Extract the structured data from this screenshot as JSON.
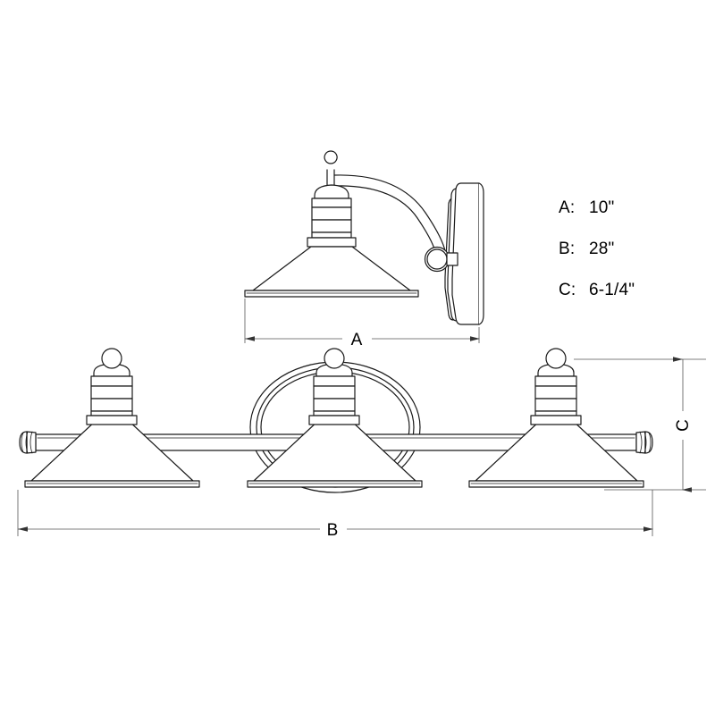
{
  "drawing": {
    "title": "Wall Sconce Dimensional Drawing",
    "line_color": "#1a1a1a",
    "fill_color": "#ffffff",
    "dimension_color": "#555555",
    "views": {
      "side": {
        "name": "single-lamp-side-view",
        "parts": [
          "ball-finial",
          "socket-housing",
          "cone-shade",
          "curved-arm",
          "wall-backplate",
          "arm-ring-joint"
        ]
      },
      "front": {
        "name": "three-light-front-view",
        "lights": 3,
        "parts": [
          "crossbar",
          "ribbed-end-cap-left",
          "ribbed-end-cap-right",
          "oval-backplate",
          "ball-finial",
          "socket-housing",
          "cone-shade"
        ]
      }
    },
    "dimension_labels": {
      "a": "A",
      "b": "B",
      "c": "C"
    }
  },
  "dimensions": {
    "rows": [
      {
        "key": "A:",
        "value": "10\""
      },
      {
        "key": "B:",
        "value": "28\""
      },
      {
        "key": "C:",
        "value": "6-1/4\""
      }
    ]
  }
}
